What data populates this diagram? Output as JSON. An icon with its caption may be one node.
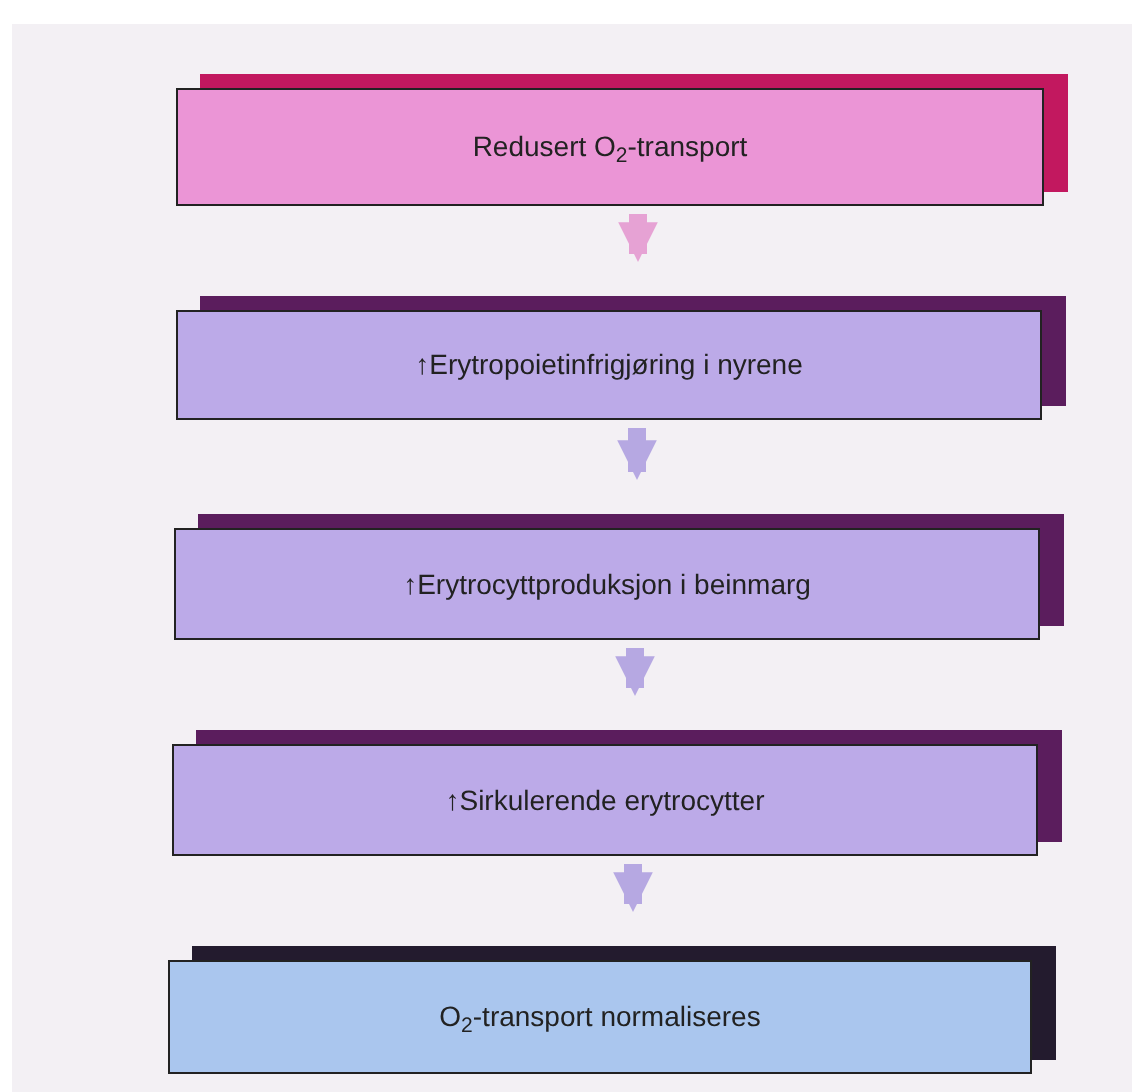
{
  "diagram": {
    "nodes": [
      {
        "text": [
          "Redusert O$_{2}$-transport"
        ]
      },
      {
        "text": [
          "↑Erytropoietinfrigjøring i nyrene"
        ]
      },
      {
        "text": [
          "↑Erytrocyttproduksjon i beinmarg"
        ]
      },
      {
        "text": [
          "↑Sirkulerende erytrocytter"
        ]
      },
      {
        "text": [
          "O$_{2}$-transport normaliseres"
        ]
      }
    ],
    "edges": [
      {
        "from": 0,
        "to": 1,
        "arrow": "to",
        "color": "#e6a2d4"
      },
      {
        "from": 1,
        "to": 2,
        "arrow": "to"
      },
      {
        "from": 2,
        "to": 3,
        "arrow": "to"
      },
      {
        "from": 3,
        "to": 4,
        "arrow": "to"
      }
    ]
  }
}
